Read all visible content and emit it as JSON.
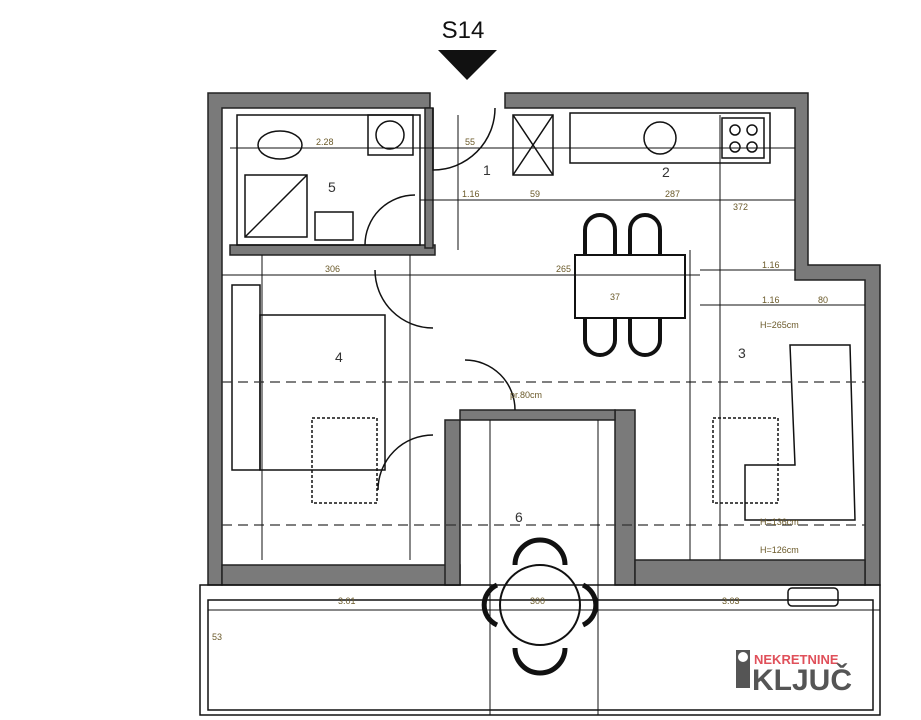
{
  "plan": {
    "unit_label": "S14",
    "rooms": [
      "1",
      "2",
      "3",
      "4",
      "5",
      "6"
    ],
    "heights": [
      "H=265cm",
      "H=136cm",
      "H=126cm"
    ],
    "dimensions": [
      "2.28",
      "55",
      "1.16",
      "59",
      "287",
      "372",
      "306",
      "37",
      "1.16",
      "1.16",
      "80",
      "265",
      "3.01",
      "3.03",
      "300",
      "53"
    ],
    "note": "pr.80cm"
  },
  "logo": {
    "top": "NEKRETNINE",
    "main": "KLJUČ"
  },
  "colors": {
    "wall": "#7a7a7a",
    "line": "#111111",
    "logo_red": "#e0505a",
    "logo_gray": "#555555"
  }
}
